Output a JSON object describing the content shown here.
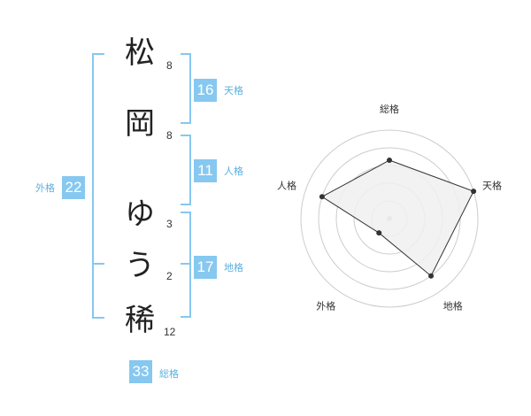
{
  "name": {
    "chars": [
      {
        "char": "松",
        "strokes": "8"
      },
      {
        "char": "岡",
        "strokes": "8"
      },
      {
        "char": "ゆ",
        "strokes": "3"
      },
      {
        "char": "う",
        "strokes": "2"
      },
      {
        "char": "稀",
        "strokes": "12"
      }
    ]
  },
  "kakusu": {
    "tenkaku": {
      "value": "16",
      "label": "天格"
    },
    "jinkaku": {
      "value": "11",
      "label": "人格"
    },
    "chikaku": {
      "value": "17",
      "label": "地格"
    },
    "gaikaku": {
      "value": "22",
      "label": "外格"
    },
    "soukaku": {
      "value": "33",
      "label": "総格"
    }
  },
  "chart_data": {
    "type": "radar",
    "axes": [
      "総格",
      "天格",
      "地格",
      "外格",
      "人格"
    ],
    "values": [
      3.3,
      5,
      4,
      1,
      4
    ],
    "max": 5,
    "rings": 5,
    "colors": {
      "fill": "#f0f0f0",
      "line": "#333333",
      "point": "#333333",
      "grid": "#cccccc",
      "center": "#bbbbbb"
    }
  },
  "colors": {
    "accent": "#86c8f0",
    "accent_text": "#5ab0e0"
  }
}
